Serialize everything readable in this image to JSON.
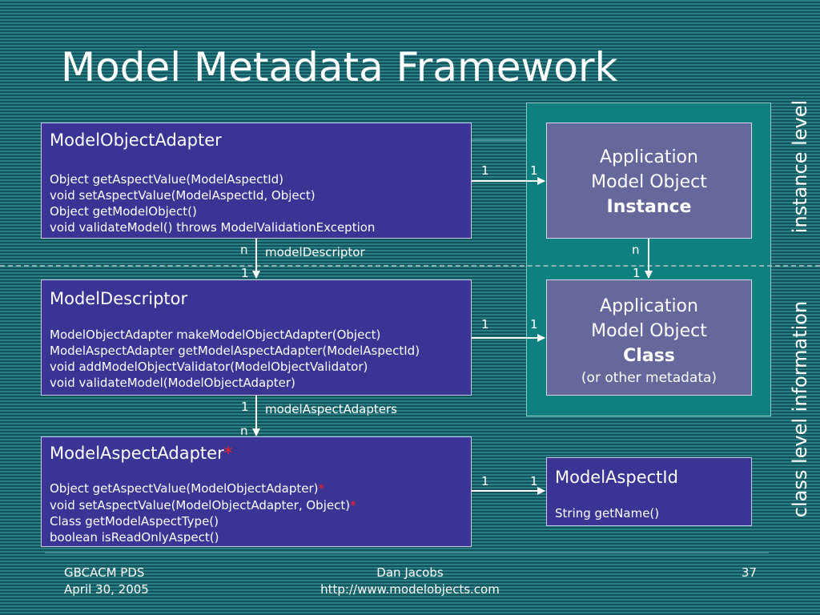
{
  "title": "Model Metadata Framework",
  "vertical_labels": {
    "instance": "instance level",
    "class_level": "class level information"
  },
  "model_object_adapter": {
    "heading": "ModelObjectAdapter",
    "methods": [
      "Object getAspectValue(ModelAspectId)",
      "void setAspectValue(ModelAspectId, Object)",
      "Object getModelObject()",
      "void validateModel() throws ModelValidationException"
    ]
  },
  "model_descriptor": {
    "heading": "ModelDescriptor",
    "methods": [
      "ModelObjectAdapter makeModelObjectAdapter(Object)",
      "ModelAspectAdapter getModelAspectAdapter(ModelAspectId)",
      "void addModelObjectValidator(ModelObjectValidator)",
      "void validateModel(ModelObjectAdapter)"
    ]
  },
  "model_aspect_adapter": {
    "heading": "ModelAspectAdapter",
    "heading_star": "*",
    "methods": [
      "Object getAspectValue(ModelObjectAdapter)",
      "void setAspectValue(ModelObjectAdapter, Object)",
      "Class getModelAspectType()",
      "boolean isReadOnlyAspect()"
    ],
    "method_stars": [
      "*",
      "*"
    ]
  },
  "app_instance": {
    "line1": "Application",
    "line2": "Model Object",
    "line3": "Instance"
  },
  "app_class": {
    "line1": "Application",
    "line2": "Model Object",
    "line3": "Class",
    "line4": "(or other metadata)"
  },
  "model_aspect_id": {
    "heading": "ModelAspectId",
    "methods": [
      "String getName()"
    ]
  },
  "relations": {
    "descriptor_label": "modelDescriptor",
    "aspect_adapters_label": "modelAspectAdapters"
  },
  "multiplicities": {
    "adapter_instance_left": "1",
    "adapter_instance_right": "1",
    "adapter_descriptor_top": "n",
    "adapter_descriptor_bottom": "1",
    "instance_class_top": "n",
    "instance_class_bottom": "1",
    "descriptor_class_left": "1",
    "descriptor_class_right": "1",
    "descriptor_aspect_top": "1",
    "descriptor_aspect_bottom": "n",
    "aspect_id_left": "1",
    "aspect_id_right": "1"
  },
  "footer": {
    "org": "GBCACM PDS",
    "date": "April 30, 2005",
    "author": "Dan Jacobs",
    "url": "http://www.modelobjects.com",
    "page_number": "37"
  },
  "colors": {
    "box_fill": "#3a3494",
    "app_box_fill": "#66679b",
    "panel_fill": "#0e8080",
    "star": "#ff2222"
  }
}
